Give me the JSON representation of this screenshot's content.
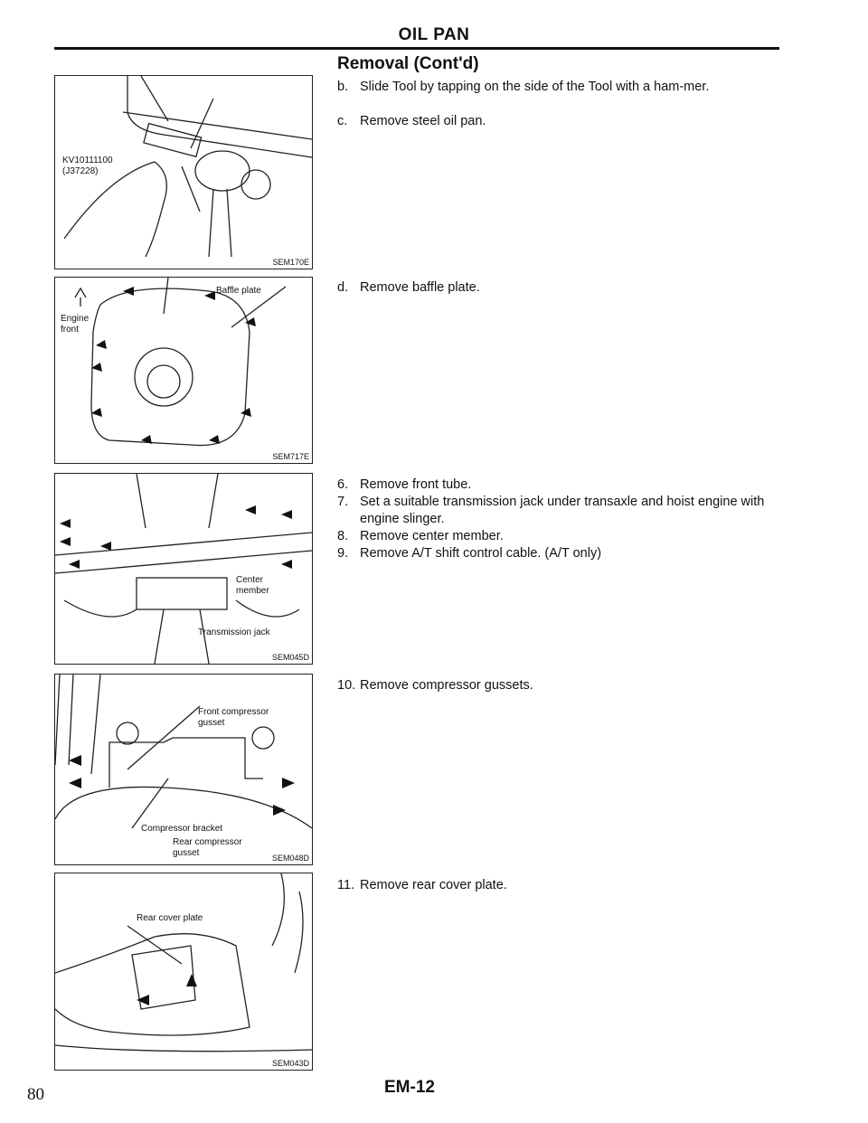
{
  "header": {
    "title": "OIL PAN",
    "section": "Removal (Cont'd)"
  },
  "figures": [
    {
      "code": "SEM170E",
      "labels": [
        "KV10111100",
        "(J37228)"
      ]
    },
    {
      "code": "SEM717E",
      "labels": [
        "Baffle plate",
        "Engine",
        "front"
      ]
    },
    {
      "code": "SEM045D",
      "labels": [
        "Center",
        "member",
        "Transmission jack"
      ]
    },
    {
      "code": "SEM048D",
      "labels": [
        "Front compressor",
        "gusset",
        "Compressor bracket",
        "Rear compressor",
        "gusset"
      ]
    },
    {
      "code": "SEM043D",
      "labels": [
        "Rear cover plate"
      ]
    }
  ],
  "steps": [
    {
      "num": "b.",
      "text": "Slide Tool by tapping on the side of the Tool with a ham-mer."
    },
    {
      "num": "c.",
      "text": "Remove steel oil pan."
    },
    {
      "num": "d.",
      "text": "Remove baffle plate."
    },
    {
      "num": "6.",
      "text": "Remove front tube."
    },
    {
      "num": "7.",
      "text": "Set a suitable transmission jack under transaxle and hoist engine with engine slinger."
    },
    {
      "num": "8.",
      "text": "Remove center member."
    },
    {
      "num": "9.",
      "text": "Remove A/T shift control cable. (A/T only)"
    },
    {
      "num": "10.",
      "text": "Remove compressor gussets."
    },
    {
      "num": "11.",
      "text": "Remove rear cover plate."
    }
  ],
  "footer": {
    "page_number": "80",
    "section_page": "EM-12"
  }
}
